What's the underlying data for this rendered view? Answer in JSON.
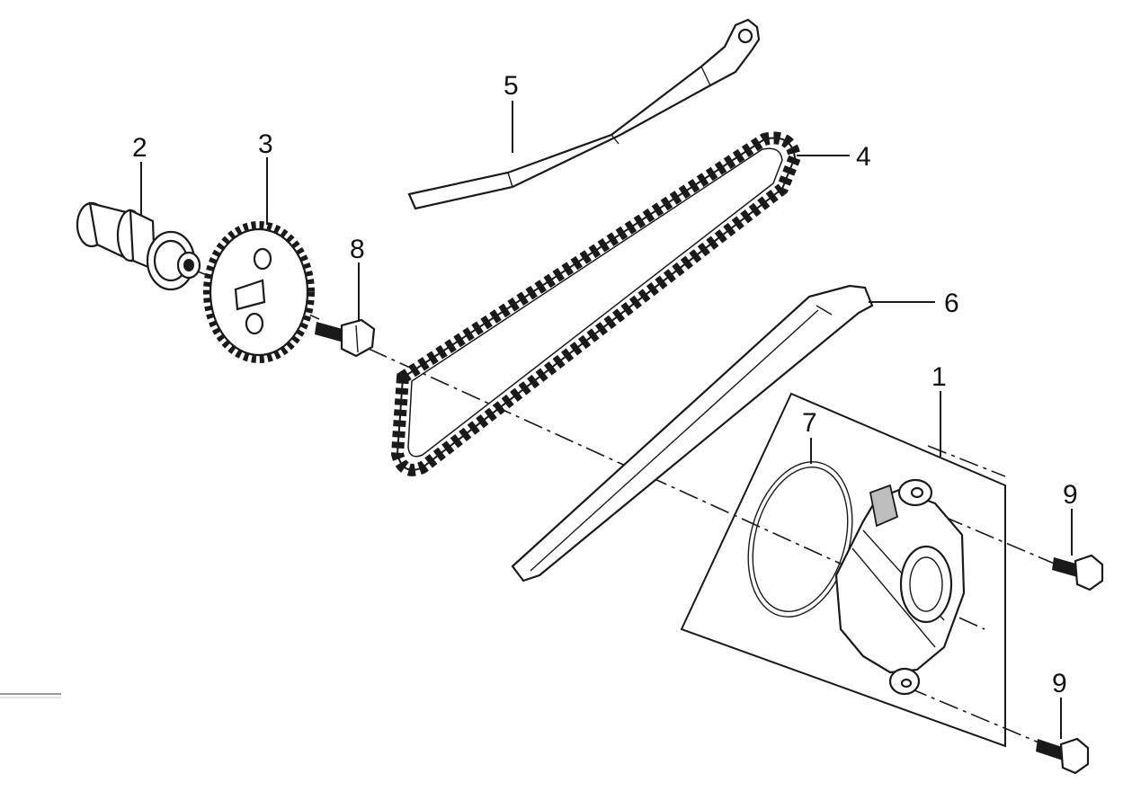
{
  "diagram": {
    "callouts": [
      {
        "id": "1",
        "label": "1"
      },
      {
        "id": "2",
        "label": "2"
      },
      {
        "id": "3",
        "label": "3"
      },
      {
        "id": "4",
        "label": "4"
      },
      {
        "id": "5",
        "label": "5"
      },
      {
        "id": "6",
        "label": "6"
      },
      {
        "id": "7",
        "label": "7"
      },
      {
        "id": "8",
        "label": "8"
      },
      {
        "id": "9a",
        "label": "9"
      },
      {
        "id": "9b",
        "label": "9"
      }
    ]
  }
}
